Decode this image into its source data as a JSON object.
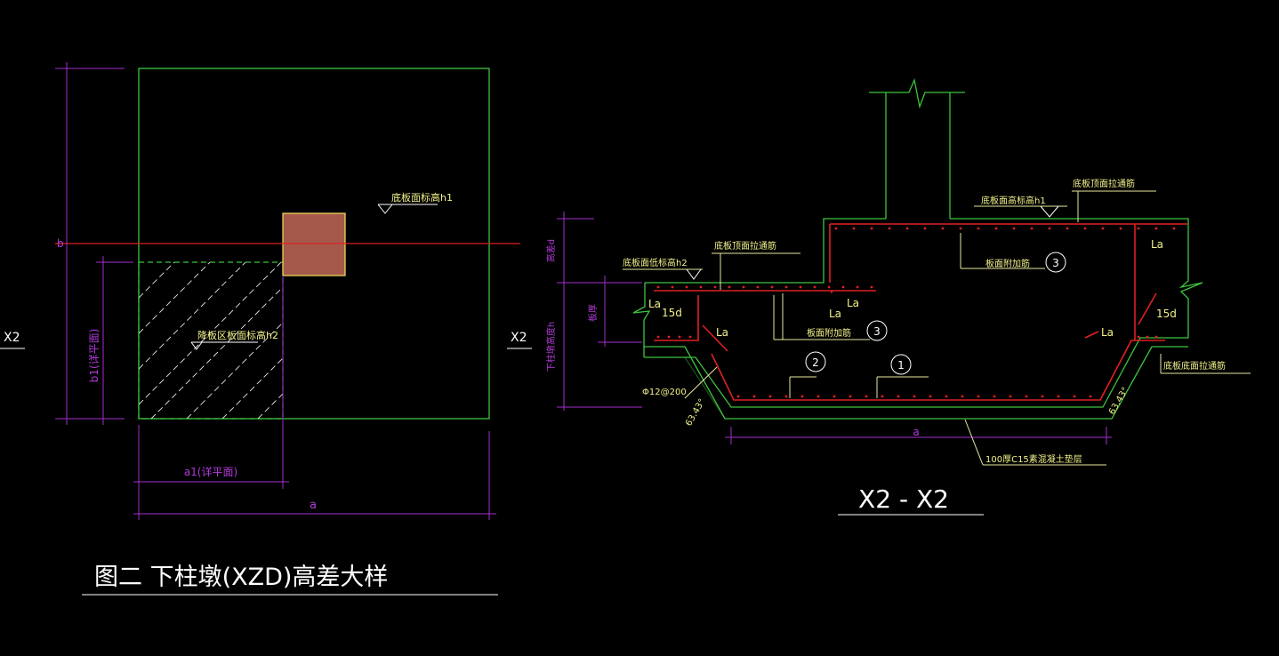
{
  "left_view": {
    "label_h1": "底板面标高h1",
    "label_h2": "降板区板面标高h2",
    "dim_b": "b",
    "dim_b1": "b1(详平面)",
    "dim_a1": "a1(详平面)",
    "dim_a": "a",
    "section_mark_left": "X2",
    "section_mark_right": "X2"
  },
  "figure_title": "图二  下柱墩(XZD)高差大样",
  "right_view": {
    "label_top_h1": "底板面高标高h1",
    "label_top_bar": "底板顶面拉通筋",
    "label_h2": "底板面低标高h2",
    "label_low_top_bar": "底板顶面拉通筋",
    "label_added_bar_3a": "板面附加筋",
    "label_added_bar_3b": "板面附加筋",
    "label_bottom_bar": "底板底面拉通筋",
    "label_cushion": "100厚C15素混凝土垫层",
    "bar_spec": "Φ12@200",
    "dim_d": "高差d",
    "dim_h": "下柱墩高度h",
    "dim_slab": "板厚",
    "dim_a": "a",
    "la": "La",
    "d15": "15d",
    "angle": "63.43°",
    "circle_1": "1",
    "circle_2": "2",
    "circle_3": "3"
  },
  "section_title": "X2 - X2",
  "colors": {
    "background": "#000000",
    "outline": "#3ec43e",
    "dimension": "#a52ed0",
    "rebar": "#e02020",
    "text": "#f2f28c",
    "column": "#a4594b"
  }
}
